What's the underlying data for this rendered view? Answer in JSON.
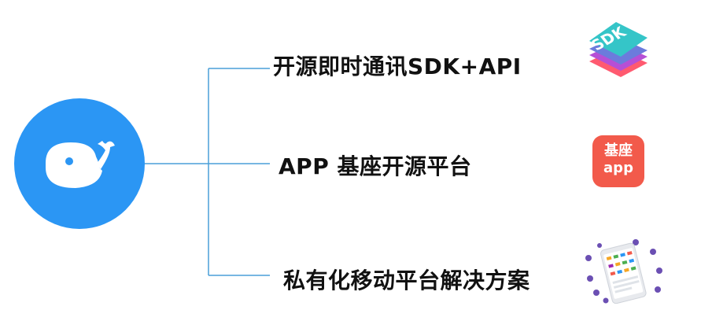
{
  "items": [
    {
      "label": "开源即时通讯SDK+API",
      "icon": "sdk-layers-icon"
    },
    {
      "label": "APP 基座开源平台",
      "icon": "base-app-icon"
    },
    {
      "label": "私有化移动平台解决方案",
      "icon": "phone-network-icon"
    }
  ],
  "sdk_icon_text": "SDK",
  "base_icon_text": {
    "line1": "基座",
    "line2": "app"
  },
  "colors": {
    "logo_blue": "#2b96f4",
    "line_blue": "#4a9fd8",
    "base_icon_red": "#f25a4b",
    "sdk_layers": [
      "#35c5c8",
      "#6c7bdc",
      "#b64fd6",
      "#ff5a70"
    ]
  },
  "logo_icon": "whale-icon"
}
